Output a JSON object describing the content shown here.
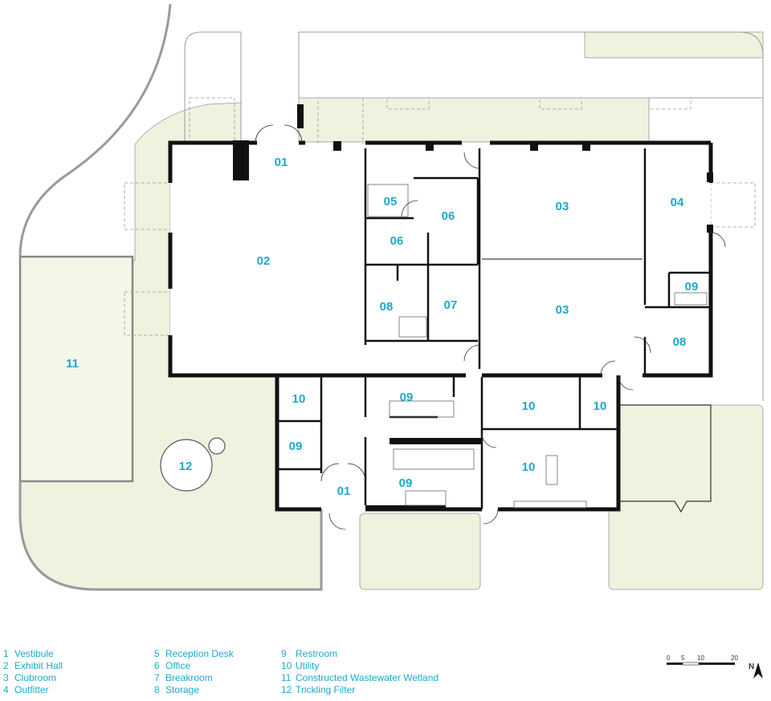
{
  "rooms": {
    "r01a": "01",
    "r02": "02",
    "r03a": "03",
    "r03b": "03",
    "r04": "04",
    "r05": "05",
    "r06a": "06",
    "r06b": "06",
    "r07": "07",
    "r08a": "08",
    "r08b": "08",
    "r09a": "09",
    "r09b": "09",
    "r09c": "09",
    "r09d": "09",
    "r10a": "10",
    "r10b": "10",
    "r10c": "10",
    "r10d": "10",
    "r11": "11",
    "r12": "12",
    "r01b": "01"
  },
  "legend": [
    {
      "num": "1",
      "label": "Vestibule"
    },
    {
      "num": "2",
      "label": "Exhibit Hall"
    },
    {
      "num": "3",
      "label": "Clubroom"
    },
    {
      "num": "4",
      "label": "Outfitter"
    },
    {
      "num": "5",
      "label": "Reception Desk"
    },
    {
      "num": "6",
      "label": "Office"
    },
    {
      "num": "7",
      "label": "Breakroom"
    },
    {
      "num": "8",
      "label": "Storage"
    },
    {
      "num": "9",
      "label": "Restroom"
    },
    {
      "num": "10",
      "label": "Utility"
    },
    {
      "num": "11",
      "label": "Constructed Wastewater Wetland"
    },
    {
      "num": "12",
      "label": "Trickling Filter"
    }
  ],
  "scale": {
    "t0": "0",
    "t5": "5",
    "t10": "10",
    "t20": "20",
    "north": "N"
  },
  "colors": {
    "accent": "#1ea9c8",
    "landscape": "#eef2df",
    "wall": "#111111"
  }
}
